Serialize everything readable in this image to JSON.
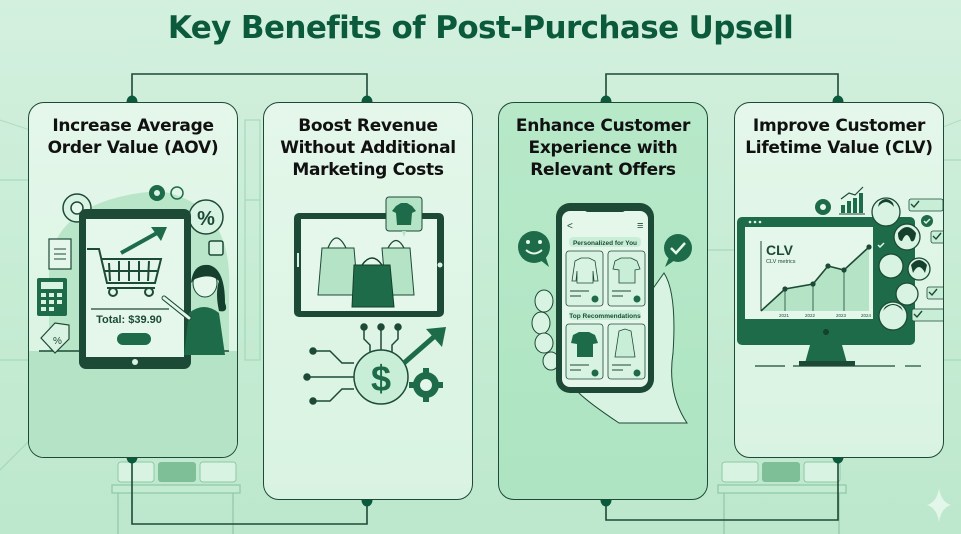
{
  "title": "Key Benefits of Post-Purchase Upsell",
  "colors": {
    "background": "#c9eed7",
    "accent_dark": "#0b5a3c",
    "card_light": "#e2f6e9",
    "card_mid": "#b4e7c6",
    "line": "#1d4a36"
  },
  "cards": [
    {
      "title": "Increase Average Order Value (AOV)",
      "illustration": {
        "total_label": "Total: $39.90",
        "icons": [
          "gear-icon",
          "percent-bubble-icon",
          "receipt-icon",
          "calculator-icon",
          "price-tag-icon",
          "shopping-cart-icon",
          "trend-arrow-icon"
        ]
      }
    },
    {
      "title": "Boost Revenue Without Additional Marketing Costs",
      "illustration": {
        "icons": [
          "tablet-icon",
          "shopping-bags-icon",
          "tshirt-icon",
          "dollar-coin-icon",
          "circuit-icon",
          "trend-arrow-icon",
          "gear-icon"
        ],
        "currency_symbol": "$"
      }
    },
    {
      "title": "Enhance Customer Experience with Relevant Offers",
      "illustration": {
        "section_1": "Personalized for You",
        "section_2": "Top Recommendations",
        "back_glyph": "<",
        "menu_glyph": "≡",
        "icons": [
          "smartphone-icon",
          "smiley-bubble-icon",
          "check-bubble-icon",
          "hand-icon"
        ]
      }
    },
    {
      "title": "Improve Customer Lifetime Value (CLV)",
      "illustration": {
        "chart_title": "CLV",
        "chart_subtitle": "CLV metrics",
        "years": [
          "2021",
          "2022",
          "2023",
          "2024"
        ],
        "icons": [
          "monitor-icon",
          "gear-icon",
          "bar-chart-icon",
          "customer-avatar-icon",
          "checkmark-icon"
        ]
      }
    }
  ]
}
